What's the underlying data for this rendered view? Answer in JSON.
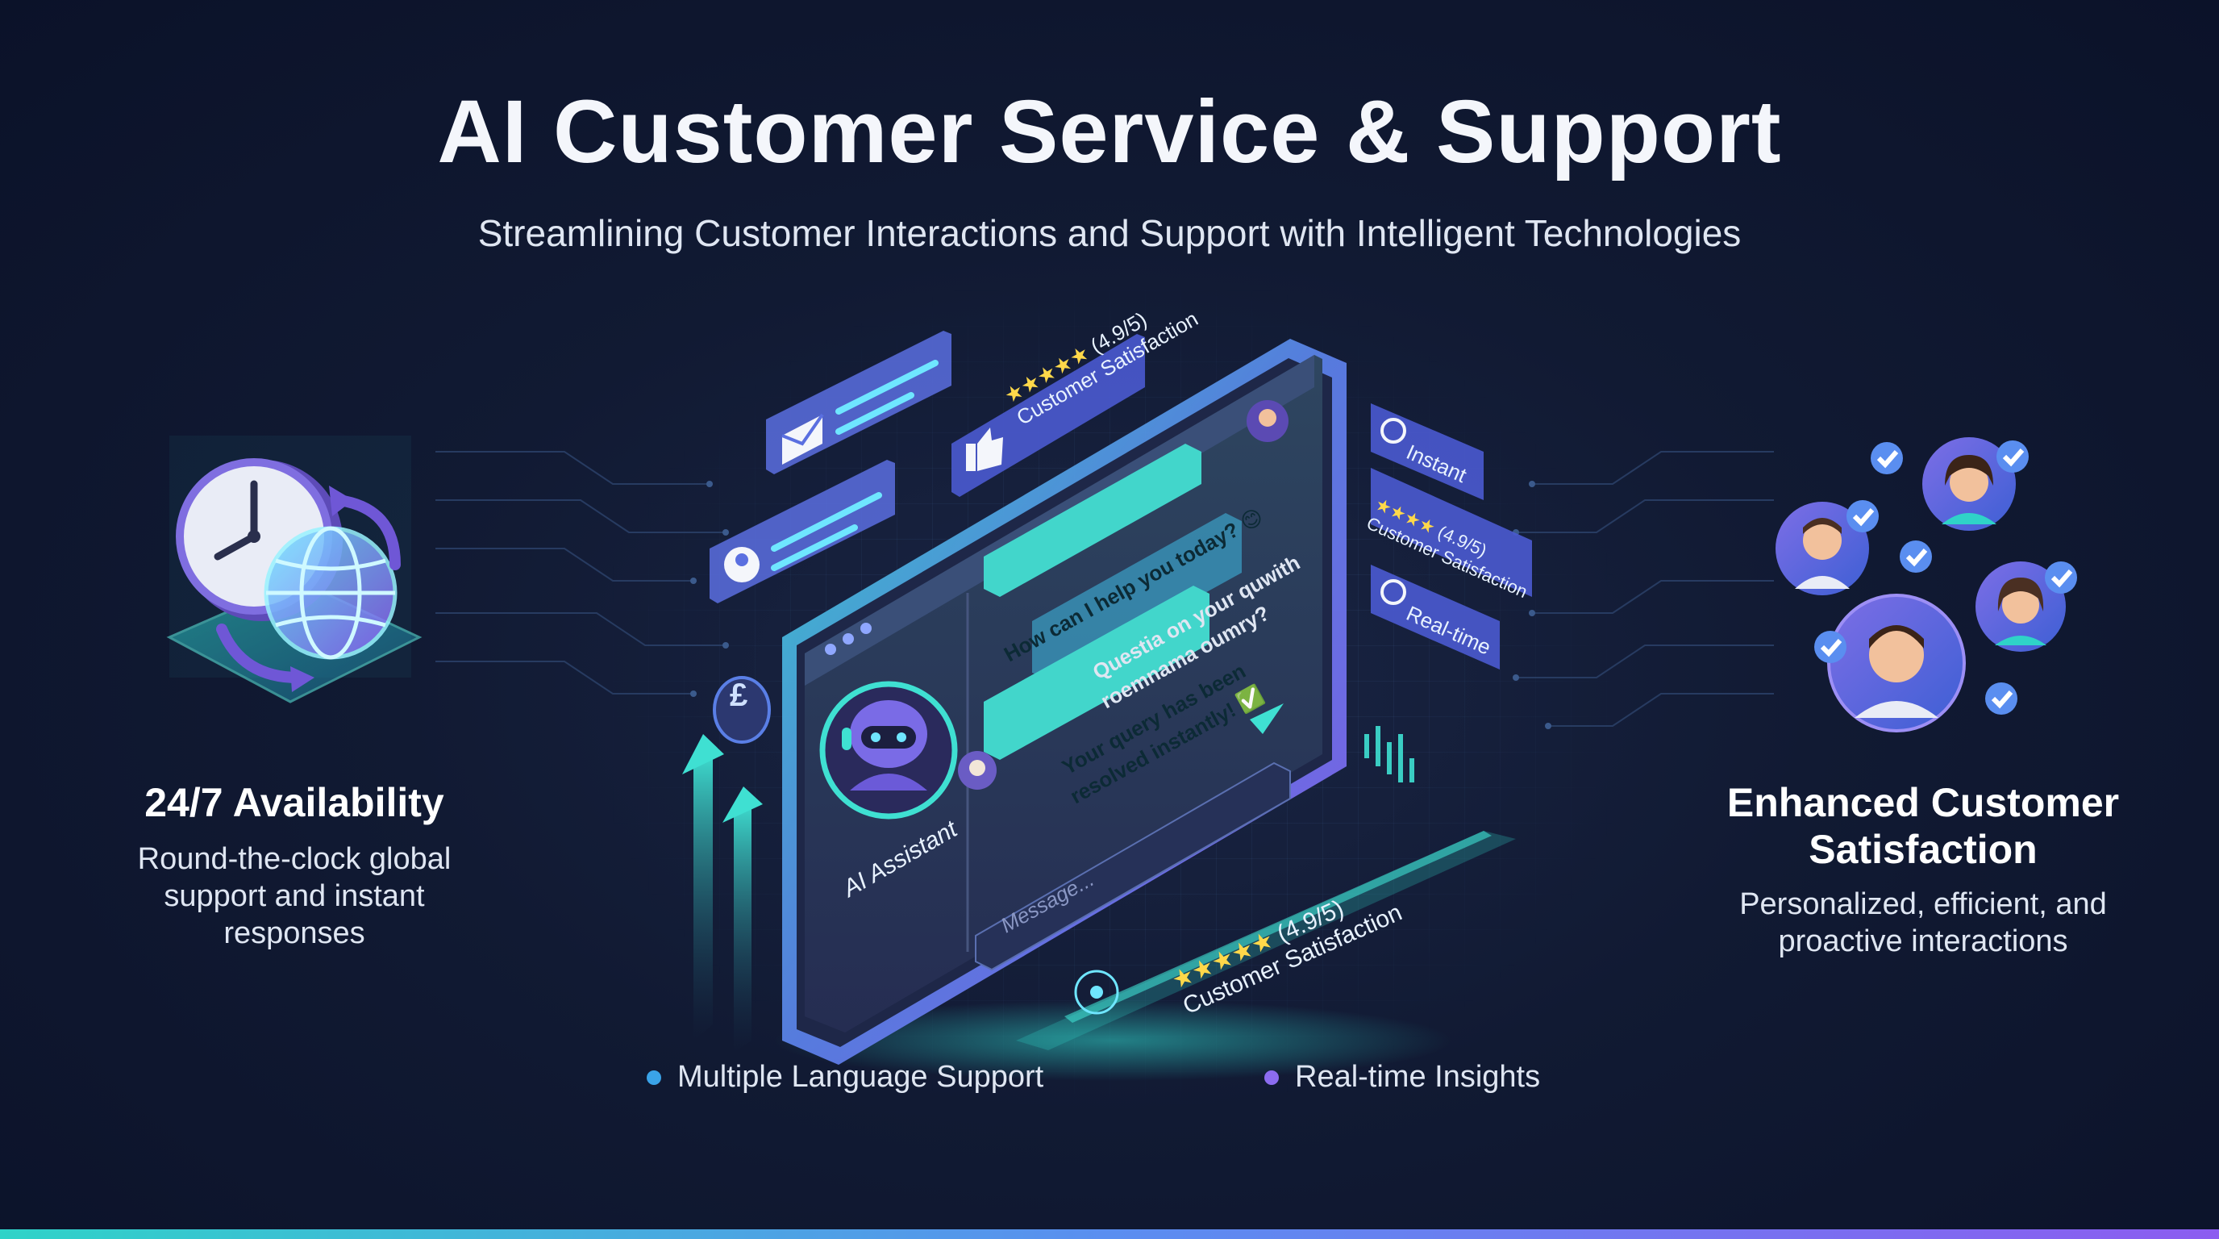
{
  "header": {
    "title": "AI Customer Service & Support",
    "subtitle": "Streamlining Customer Interactions and Support with Intelligent Technologies"
  },
  "left_feature": {
    "title": "24/7 Availability",
    "desc_lines": [
      "Round-the-clock global",
      "support and instant",
      "responses"
    ],
    "icons": [
      "clock-icon",
      "globe-icon",
      "refresh-arrows-icon"
    ]
  },
  "right_feature": {
    "title_lines": [
      "Enhanced Customer",
      "Satisfaction"
    ],
    "desc_lines": [
      "Personalized, efficient, and",
      "proactive interactions"
    ],
    "icons": [
      "customer-avatar-icon",
      "checkmark-icon"
    ]
  },
  "screen": {
    "assistant_label": "AI Assistant",
    "messages": [
      "How can I help you today? 😊",
      "Questia on your quwith",
      "roemnama oumry?",
      "Your query has been",
      "resolved instantly! ✅"
    ],
    "input_placeholder": "Message...",
    "send_icon": "send-icon"
  },
  "floating_cards": {
    "rating_top": {
      "stars": "★★★★★",
      "score": "(4.9/5)",
      "label": "Customer Satisfaction"
    },
    "instant": "Instant",
    "rating_right": {
      "stars": "★★★★",
      "score": "(4.9/5)",
      "label": "Customer Satisfaction"
    },
    "realtime": "Real-time",
    "rating_bottom": {
      "stars": "★★★★★",
      "score": "(4.9/5)",
      "label": "Customer Satisfaction"
    },
    "currency": "£"
  },
  "bullets": [
    {
      "label": "Multiple Language Support",
      "color": "#3aa3e8"
    },
    {
      "label": "Real-time Insights",
      "color": "#8c6cf0"
    }
  ],
  "colors": {
    "background": "#0f1830",
    "teal": "#34d1c5",
    "purple": "#8a5cf0",
    "accent_blue": "#5a8ef0"
  }
}
